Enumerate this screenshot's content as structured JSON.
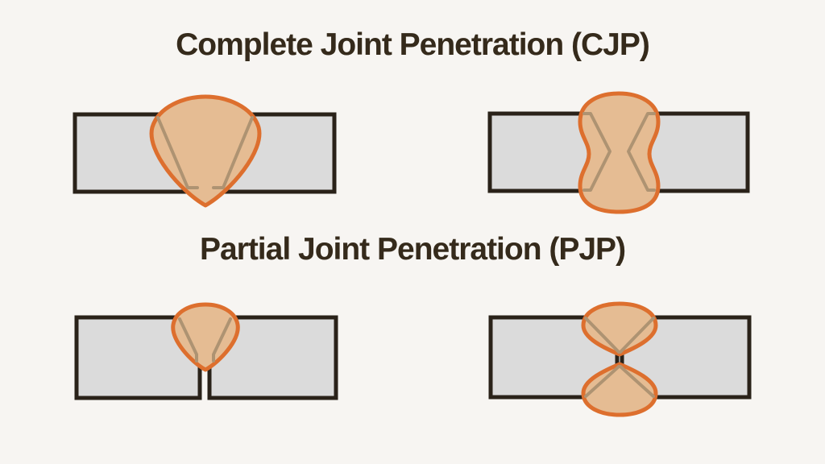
{
  "colors": {
    "background": "#f7f5f2",
    "title": "#352a1b",
    "plate_fill": "#dbdbdb",
    "plate_outline": "#2a2219",
    "weld_fill": "#e5bc93",
    "weld_outline": "#dd6f2e",
    "bevel_line": "#ae9372"
  },
  "sections": [
    {
      "title": "Complete Joint Penetration (CJP)",
      "diagrams": [
        {
          "name": "cjp-single-v-groove-weld",
          "description": "single-V groove weld fully penetrating the plate"
        },
        {
          "name": "cjp-double-v-groove-weld",
          "description": "double-V (X) groove weld fully penetrating the plate"
        }
      ]
    },
    {
      "title": "Partial Joint Penetration (PJP)",
      "diagrams": [
        {
          "name": "pjp-single-v-groove-weld",
          "description": "single-V groove weld with unfused root gap below"
        },
        {
          "name": "pjp-double-v-groove-weld",
          "description": "two-sided groove weld with unfused root in the middle"
        }
      ]
    }
  ]
}
